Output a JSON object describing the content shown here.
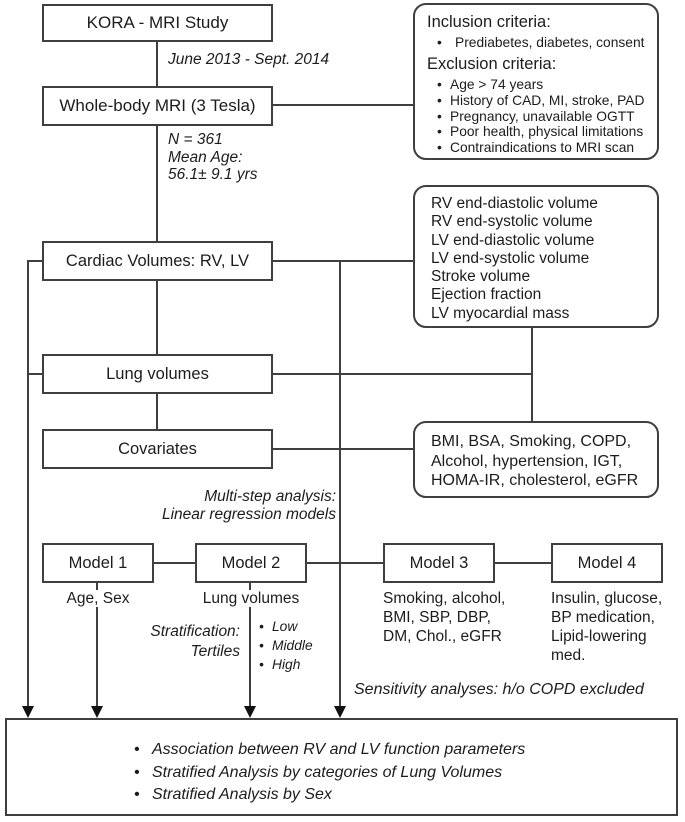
{
  "diagram": {
    "title_box": "KORA - MRI Study",
    "period_label": "June 2013 - Sept. 2014",
    "mri_box": "Whole-body MRI (3 Tesla)",
    "sample_note": {
      "line1": "N = 361",
      "line2": "Mean Age:",
      "line3": "56.1± 9.1 yrs"
    },
    "criteria_box": {
      "inclusion_header": "Inclusion criteria:",
      "inclusion_items": [
        "Prediabetes, diabetes, consent"
      ],
      "exclusion_header": "Exclusion criteria:",
      "exclusion_items": [
        "Age > 74 years",
        "History of CAD, MI, stroke, PAD",
        "Pregnancy, unavailable OGTT",
        "Poor health, physical limitations",
        "Contraindications to MRI scan"
      ]
    },
    "cardiac_box": "Cardiac Volumes: RV, LV",
    "cardiac_params": [
      "RV end-diastolic volume",
      "RV end-systolic volume",
      "LV end-diastolic volume",
      "LV end-systolic volume",
      "Stroke volume",
      "Ejection fraction",
      "LV myocardial mass"
    ],
    "lung_box": "Lung volumes",
    "covariates_box": "Covariates",
    "covariates_list": [
      "BMI, BSA, Smoking, COPD,",
      "Alcohol, hypertension, IGT,",
      "HOMA-IR, cholesterol, eGFR"
    ],
    "analysis_note": {
      "line1": "Multi-step analysis:",
      "line2": "Linear regression models"
    },
    "models": [
      {
        "label": "Model 1",
        "sub1": "Age, Sex",
        "sub2": "",
        "sub3": ""
      },
      {
        "label": "Model 2",
        "sub1": "Lung volumes",
        "sub2": "",
        "sub3": ""
      },
      {
        "label": "Model 3",
        "sub1": "Smoking, alcohol,",
        "sub2": "BMI, SBP, DBP,",
        "sub3": "DM, Chol., eGFR"
      },
      {
        "label": "Model 4",
        "sub1": "Insulin, glucose,",
        "sub2": "BP medication,",
        "sub3": "Lipid-lowering med."
      }
    ],
    "stratification": {
      "line1": "Stratification:",
      "line2": "Tertiles",
      "tertiles": [
        "Low",
        "Middle",
        "High"
      ]
    },
    "sensitivity_note": "Sensitivity analyses: h/o COPD excluded",
    "outcome_items": [
      "Association between RV and LV function parameters",
      "Stratified Analysis by categories of Lung Volumes",
      "Stratified Analysis by Sex"
    ]
  },
  "colors": {
    "line": "#3f3f3f",
    "text": "#1c1c1c",
    "background": "#ffffff"
  }
}
